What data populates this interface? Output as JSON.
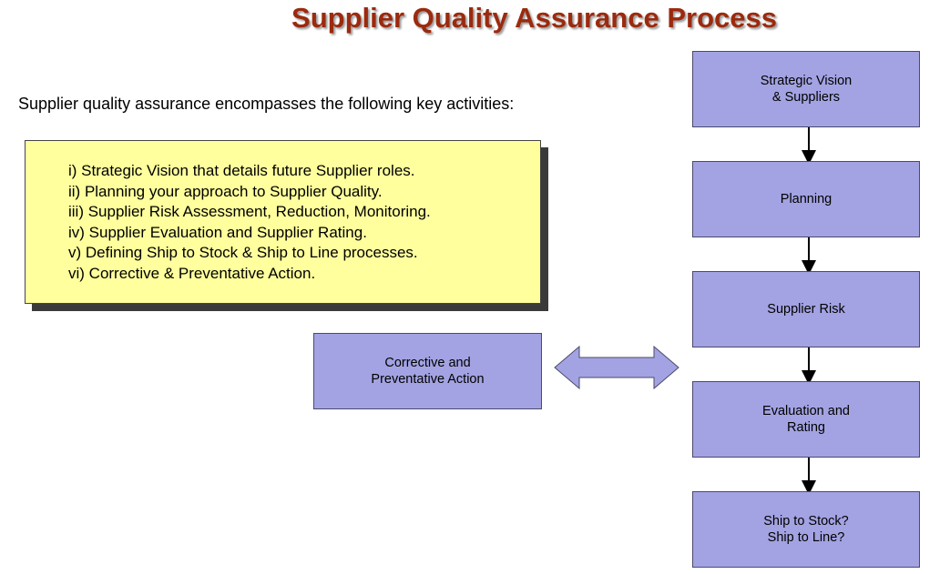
{
  "title": "Supplier Quality Assurance Process",
  "intro": "Supplier quality assurance encompasses the following key activities:",
  "activities": [
    "i) Strategic Vision that details future Supplier roles.",
    "ii) Planning your approach to Supplier Quality.",
    "iii) Supplier Risk Assessment, Reduction, Monitoring.",
    "iv) Supplier Evaluation and Supplier Rating.",
    "v) Defining Ship to Stock & Ship to Line processes.",
    "vi) Corrective & Preventative Action."
  ],
  "flow": [
    "Strategic Vision\n& Suppliers",
    "Planning",
    "Supplier Risk",
    "Evaluation and\nRating",
    "Ship to Stock?\nShip to Line?"
  ],
  "side_box": "Corrective and\nPreventative Action",
  "colors": {
    "title": "#9b2a0e",
    "note_fill": "#ffff9e",
    "box_fill": "#a3a3e3",
    "arrow_fill": "#a3a3e3"
  }
}
